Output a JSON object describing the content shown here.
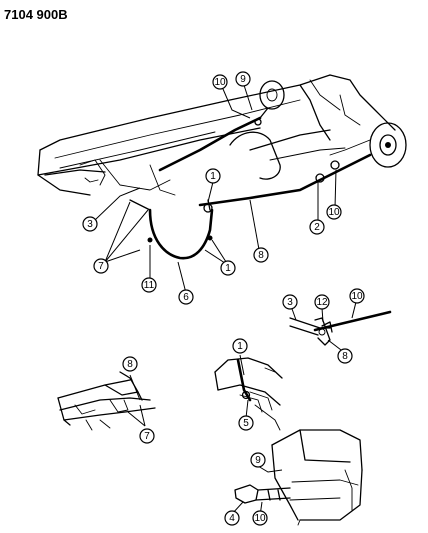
{
  "header": {
    "part_code": "7104  900B"
  },
  "callouts": [
    {
      "id": "c10-top",
      "label": "10"
    },
    {
      "id": "c9-top",
      "label": "9"
    },
    {
      "id": "c1-mid",
      "label": "1"
    },
    {
      "id": "c3-left",
      "label": "3"
    },
    {
      "id": "c7-left",
      "label": "7"
    },
    {
      "id": "c11",
      "label": "11"
    },
    {
      "id": "c6",
      "label": "6"
    },
    {
      "id": "c1-low",
      "label": "1"
    },
    {
      "id": "c8-mid",
      "label": "8"
    },
    {
      "id": "c2",
      "label": "2"
    },
    {
      "id": "c10-right",
      "label": "10"
    },
    {
      "id": "c3-clip",
      "label": "3"
    },
    {
      "id": "c12",
      "label": "12"
    },
    {
      "id": "c10-clip",
      "label": "10"
    },
    {
      "id": "c8-clip",
      "label": "8"
    },
    {
      "id": "c8-bl",
      "label": "8"
    },
    {
      "id": "c7-bl",
      "label": "7"
    },
    {
      "id": "c1-bm",
      "label": "1"
    },
    {
      "id": "c5",
      "label": "5"
    },
    {
      "id": "c9-br",
      "label": "9"
    },
    {
      "id": "c4",
      "label": "4"
    },
    {
      "id": "c10-br",
      "label": "10"
    }
  ]
}
